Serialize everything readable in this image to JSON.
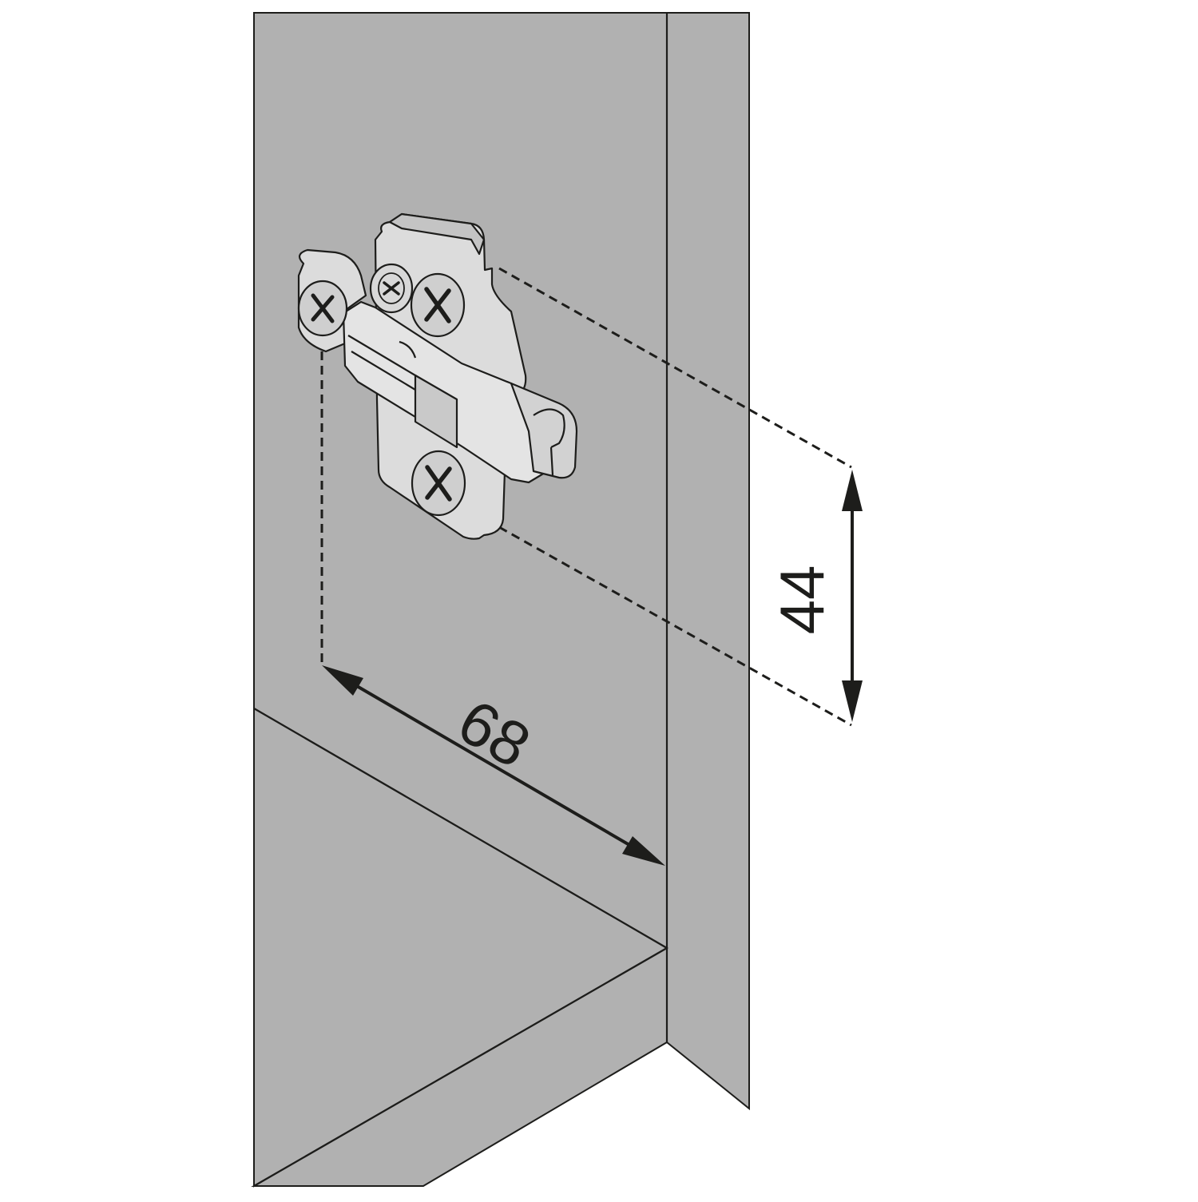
{
  "diagram": {
    "dimensions": {
      "horizontal_value": "68",
      "vertical_value": "44"
    },
    "colors": {
      "background": "#ffffff",
      "panel_fill": "#b1b1b1",
      "part_fill": "#dcdcdc",
      "part_shadow": "#c4c4c4",
      "screw_head": "#cfcfcf",
      "line": "#1d1d1b"
    },
    "parts": {
      "mounting_plate": "cross-mounting-plate",
      "screws": [
        "screw-cross-icon",
        "screw-cross-icon",
        "screw-cross-icon",
        "adjust-screw-cross-icon"
      ]
    }
  }
}
